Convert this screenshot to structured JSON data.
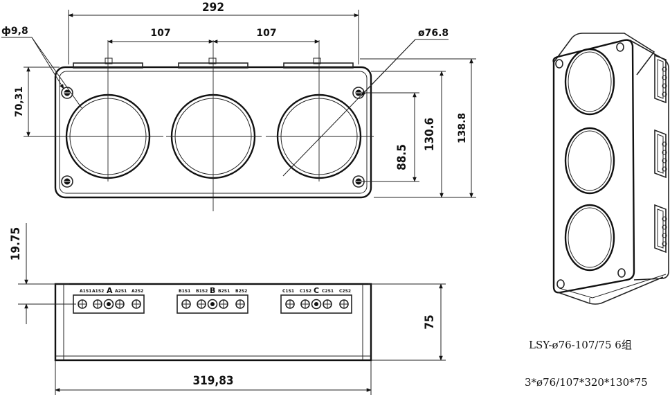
{
  "front_view": {
    "width_total": "292",
    "pitch_left": "107",
    "pitch_right": "107",
    "hole_dia": "ø76.8",
    "screw_dia": "ф9,8",
    "screw_offset": "70,31",
    "dim_inner": "88.5",
    "dim_mid": "130.6",
    "dim_outer": "138.8"
  },
  "side_view": {
    "top_gap": "19.75",
    "height": "75",
    "length": "319,83",
    "groups": [
      {
        "letter": "A",
        "terms": [
          "A1S1",
          "A1S2",
          "A2S1",
          "A2S2"
        ]
      },
      {
        "letter": "B",
        "terms": [
          "B1S1",
          "B1S2",
          "B2S1",
          "B2S2"
        ]
      },
      {
        "letter": "C",
        "terms": [
          "C1S1",
          "C1S2",
          "C2S1",
          "C2S2"
        ]
      }
    ]
  },
  "caption": {
    "model": "LSY-ø76-107/75 6组",
    "spec": "3*ø76/107*320*130*75"
  }
}
